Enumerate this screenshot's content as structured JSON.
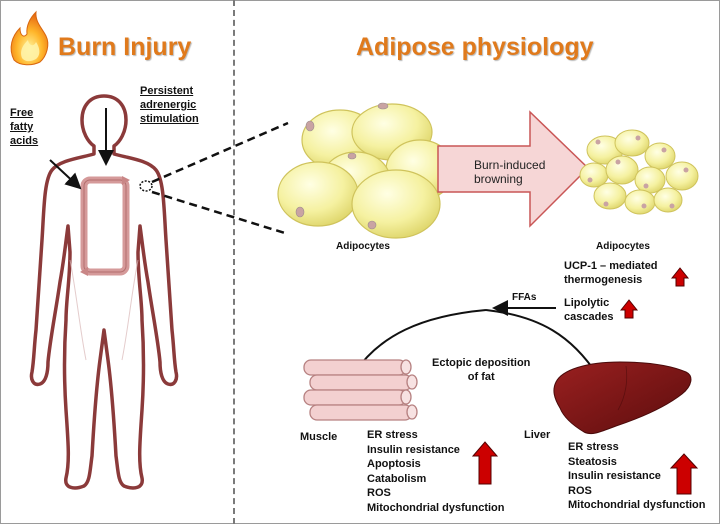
{
  "titles": {
    "left": "Burn Injury",
    "right": "Adipose physiology"
  },
  "body_labels": {
    "free_fatty_acids": [
      "Free",
      "fatty",
      "acids"
    ],
    "persistent_stimulation": [
      "Persistent",
      "adrenergic",
      "stimulation"
    ]
  },
  "adipose": {
    "browning_label": [
      "Burn-induced",
      "browning"
    ],
    "adipocytes_left": "Adipocytes",
    "adipocytes_right": "Adipocytes",
    "ucp1": [
      "UCP-1 – mediated",
      "thermogenesis"
    ],
    "lipolytic": [
      "Lipolytic",
      "cascades"
    ],
    "ffas": "FFAs",
    "ectopic": [
      "Ectopic deposition",
      "of fat"
    ]
  },
  "muscle": {
    "label": "Muscle",
    "effects": [
      "ER stress",
      "Insulin resistance",
      "Apoptosis",
      "Catabolism",
      "ROS",
      "Mitochondrial dysfunction"
    ]
  },
  "liver": {
    "label": "Liver",
    "effects": [
      "ER stress",
      "Steatosis",
      "Insulin resistance",
      "ROS",
      "Mitochondrial dysfunction"
    ]
  },
  "colors": {
    "title": "#e07a1c",
    "body_outline": "#8b3a3a",
    "fat_cell_fill": "#f4f29c",
    "fat_cell_stroke": "#c9c055",
    "up_arrow": "#cc0000",
    "liver": "#7b1414",
    "muscle": "#f3d0d0",
    "browning_arrow": "#f6d6d6"
  },
  "icons": [
    "flame-icon",
    "up-arrow-icon"
  ]
}
